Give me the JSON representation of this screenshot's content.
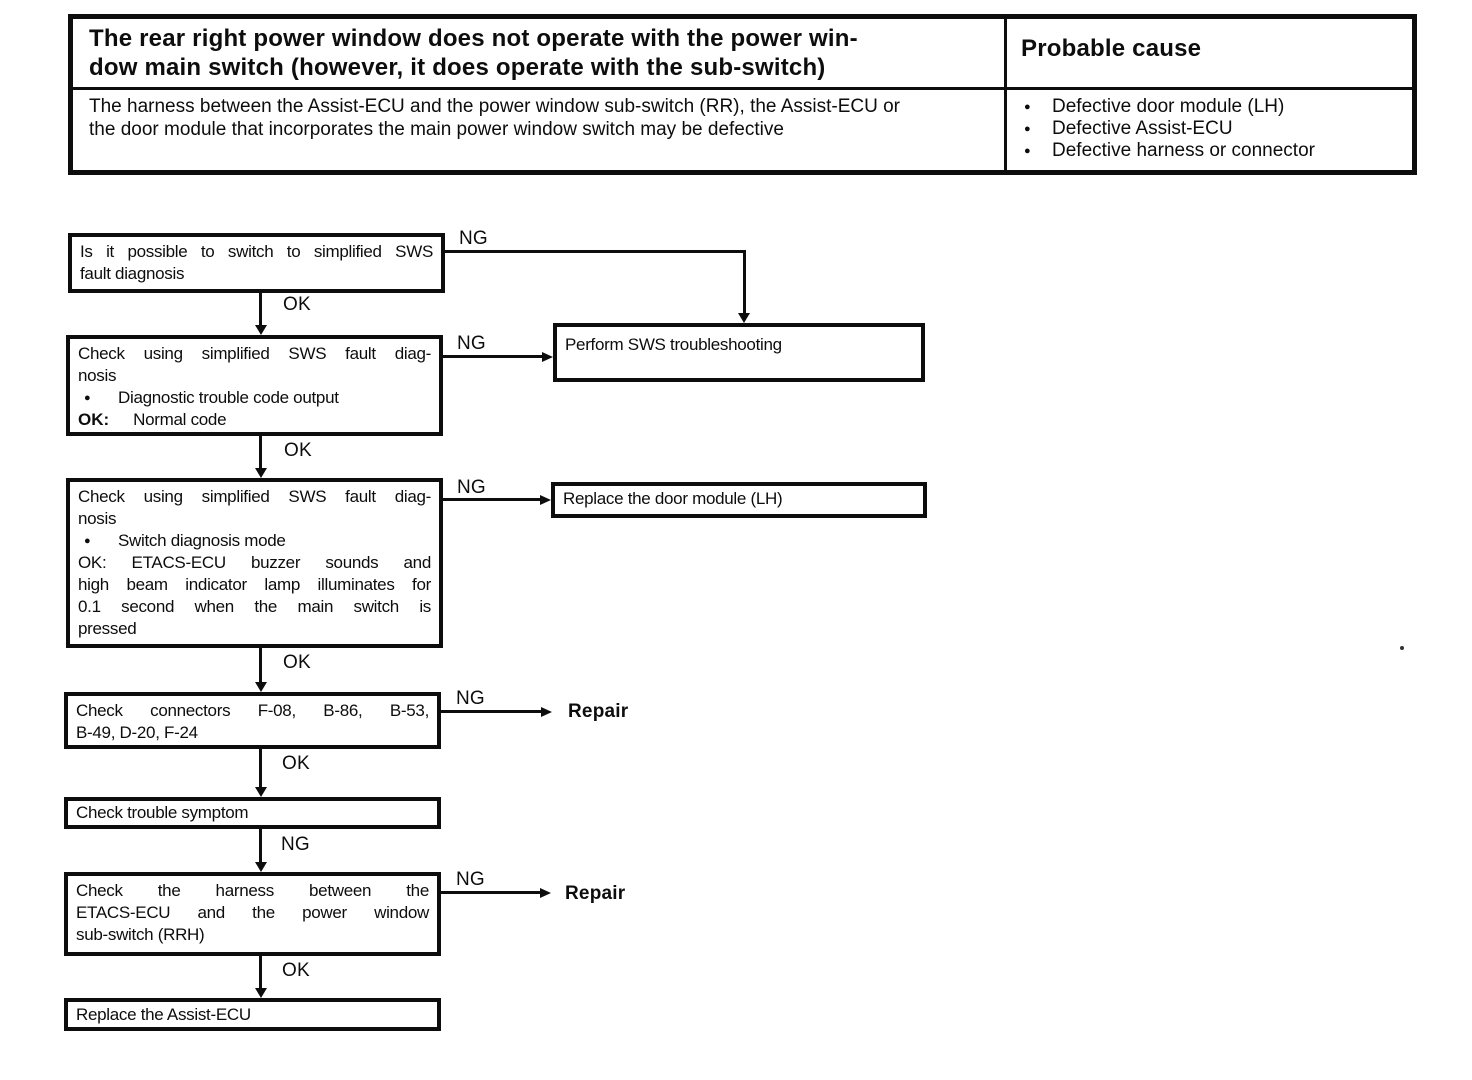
{
  "header": {
    "bullet": "●",
    "title_lines": [
      "The rear right power window does not operate with the power win-",
      "dow main switch (however, it does operate with the sub-switch)"
    ],
    "probable_cause_label": "Probable cause",
    "description_lines": [
      "The harness between the Assist-ECU and the power window sub-switch (RR), the Assist-ECU or",
      "the door module that incorporates the main power window switch may be defective"
    ],
    "causes": [
      "Defective door module (LH)",
      "Defective Assist-ECU",
      "Defective harness or connector"
    ]
  },
  "flowchart": {
    "labels": {
      "ng": "NG",
      "ok": "OK",
      "repair": "Repair"
    },
    "boxes": {
      "q1": {
        "lines": [
          "Is it possible to switch to simplified SWS",
          "fault diagnosis"
        ]
      },
      "q2": {
        "lines": [
          "Check using simplified SWS fault diag-",
          "nosis"
        ],
        "bullet_item": "Diagnostic trouble code output",
        "ok_label": "OK:",
        "ok_text": "Normal code"
      },
      "sws": {
        "lines": [
          "Perform SWS troubleshooting"
        ]
      },
      "q3": {
        "lines": [
          "Check using simplified SWS fault diag-",
          "nosis"
        ],
        "bullet_item": "Switch diagnosis mode",
        "ok_lines": [
          "OK: ETACS-ECU buzzer sounds and",
          "high beam indicator lamp illuminates for",
          "0.1 second when the main switch is",
          "pressed"
        ]
      },
      "door": {
        "lines": [
          "Replace the door module (LH)"
        ]
      },
      "q4": {
        "lines": [
          "Check connectors F-08, B-86, B-53,",
          "B-49, D-20, F-24"
        ]
      },
      "q5": {
        "lines": [
          "Check trouble symptom"
        ]
      },
      "q6": {
        "lines": [
          "Check the harness between the",
          "ETACS-ECU and the power window",
          "sub-switch (RRH)"
        ]
      },
      "q7": {
        "lines": [
          "Replace the Assist-ECU"
        ]
      }
    }
  }
}
